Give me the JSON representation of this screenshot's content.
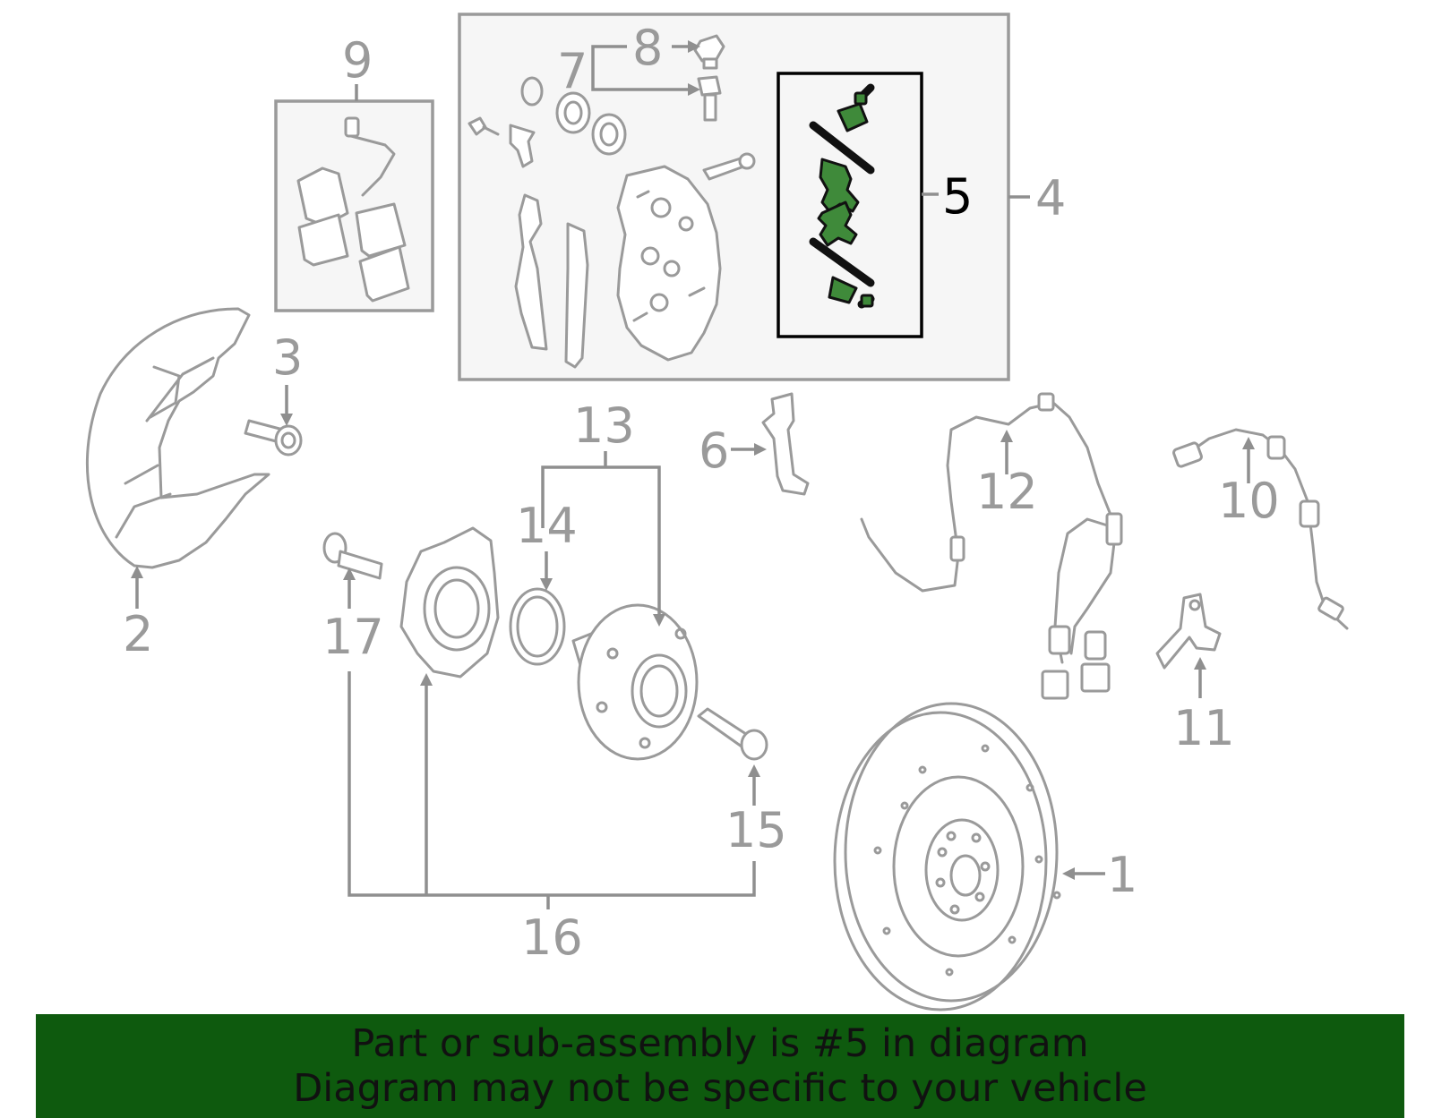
{
  "callouts": {
    "c1": "1",
    "c2": "2",
    "c3": "3",
    "c4": "4",
    "c5": "5",
    "c6": "6",
    "c7": "7",
    "c8": "8",
    "c9": "9",
    "c10": "10",
    "c11": "11",
    "c12": "12",
    "c13": "13",
    "c14": "14",
    "c15": "15",
    "c16": "16",
    "c17": "17"
  },
  "highlight": {
    "selected_callout": "5",
    "color": "#3f8a3a"
  },
  "colors": {
    "linework": "#9a9a9a",
    "banner_background": "#0e5a0e"
  },
  "banner": {
    "line1": "Part or sub-assembly is #5 in diagram",
    "line2": "Diagram may not be specific to your vehicle"
  }
}
